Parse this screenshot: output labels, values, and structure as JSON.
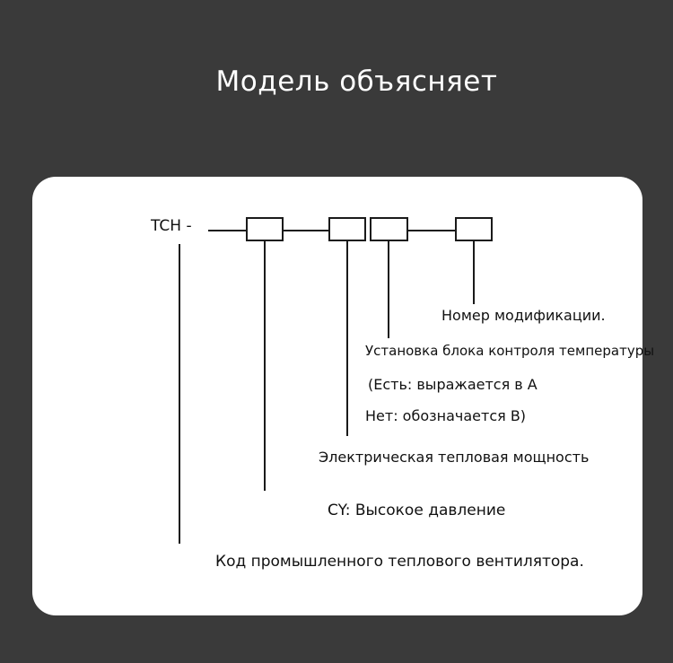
{
  "title": "Модель объясняет",
  "model": {
    "prefix": "TCH -"
  },
  "labels": {
    "modification": "Номер модификации.",
    "temp_control": "Установка блока контроля температуры",
    "temp_yes": "(Есть: выражается в А",
    "temp_no": "Нет: обозначается В)",
    "power": "Электрическая тепловая мощность",
    "pressure": "CY: Высокое давление",
    "code": "Код промышленного теплового вентилятора."
  },
  "colors": {
    "background": "#3a3a3a",
    "card": "#ffffff",
    "line": "#1a1a1a",
    "title": "#ffffff"
  }
}
